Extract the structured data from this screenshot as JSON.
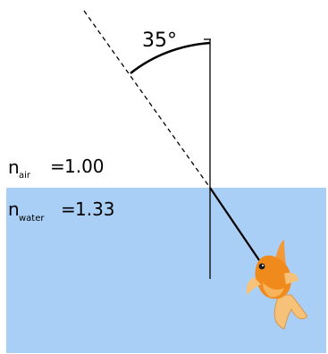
{
  "angle_label": "35°",
  "air": {
    "symbol": "n",
    "subscript": "air",
    "equals": "=",
    "value": "1.00"
  },
  "water": {
    "symbol": "n",
    "subscript": "water",
    "equals": "=",
    "value": "1.33"
  },
  "colors": {
    "water": "#a9cff6",
    "line": "#000000",
    "fish_body": "#f08a1c",
    "fish_fin": "#f6c27a"
  },
  "icons": {
    "fish": "goldfish-icon"
  }
}
